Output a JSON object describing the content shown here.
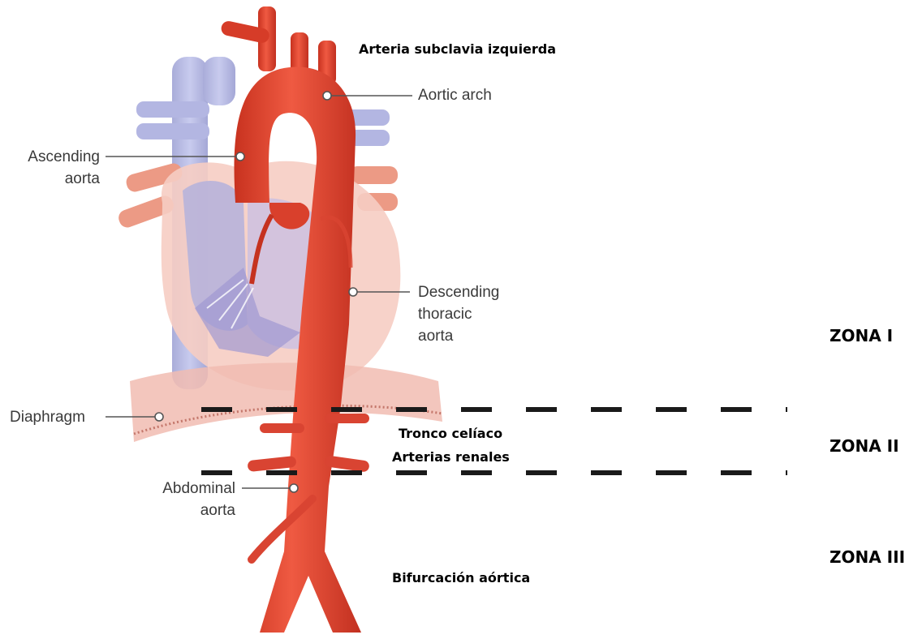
{
  "labels": {
    "subclavian": "Arteria subclavia izquierda",
    "aortic_arch": "Aortic arch",
    "ascending_1": "Ascending",
    "ascending_2": "aorta",
    "descending_1": "Descending",
    "descending_2": "thoracic",
    "descending_3": "aorta",
    "diaphragm": "Diaphragm",
    "celiac": "Tronco celíaco",
    "renal": "Arterias renales",
    "abdominal_1": "Abdominal",
    "abdominal_2": "aorta",
    "bifurcation": "Bifurcación aórtica"
  },
  "zones": {
    "zone1": "ZONA I",
    "zone2": "ZONA II",
    "zone3": "ZONA III"
  },
  "colors": {
    "aorta": "#e2412f",
    "aorta_light": "#f07a66",
    "vein": "#b7b9e3",
    "heart_pink": "#f6c9bf",
    "diaphragm": "#eeb0a4",
    "zone_line": "#1a1a1a"
  }
}
